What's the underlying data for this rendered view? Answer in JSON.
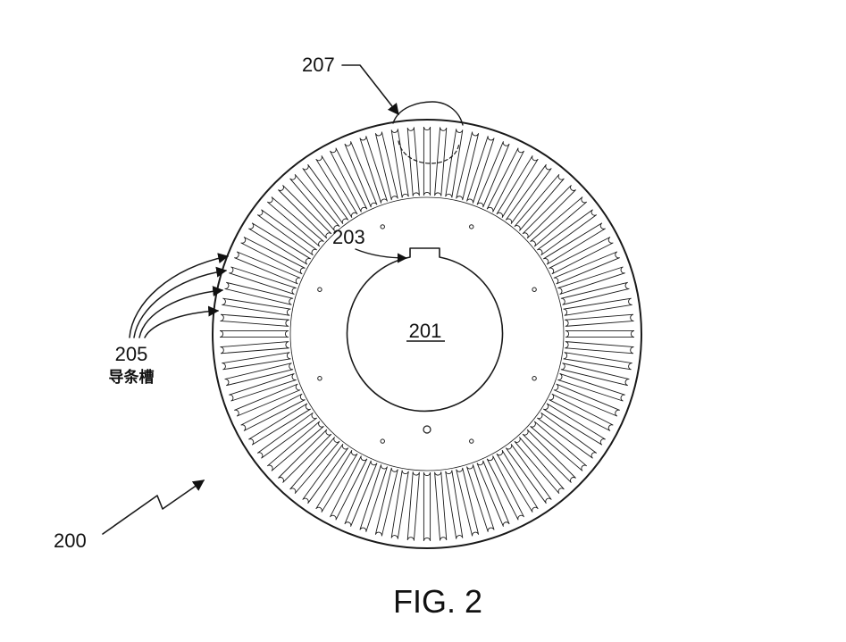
{
  "figure": {
    "caption": "FIG. 2",
    "labels": {
      "rotor": "200",
      "bore": "201",
      "keyway": "203",
      "slots": "205",
      "slots_note": "导条槽",
      "detail": "207"
    }
  },
  "geometry": {
    "slot_count": 80,
    "rim_holes": 8
  },
  "colors": {
    "ink": "#1a1a1a",
    "background": "#ffffff"
  }
}
